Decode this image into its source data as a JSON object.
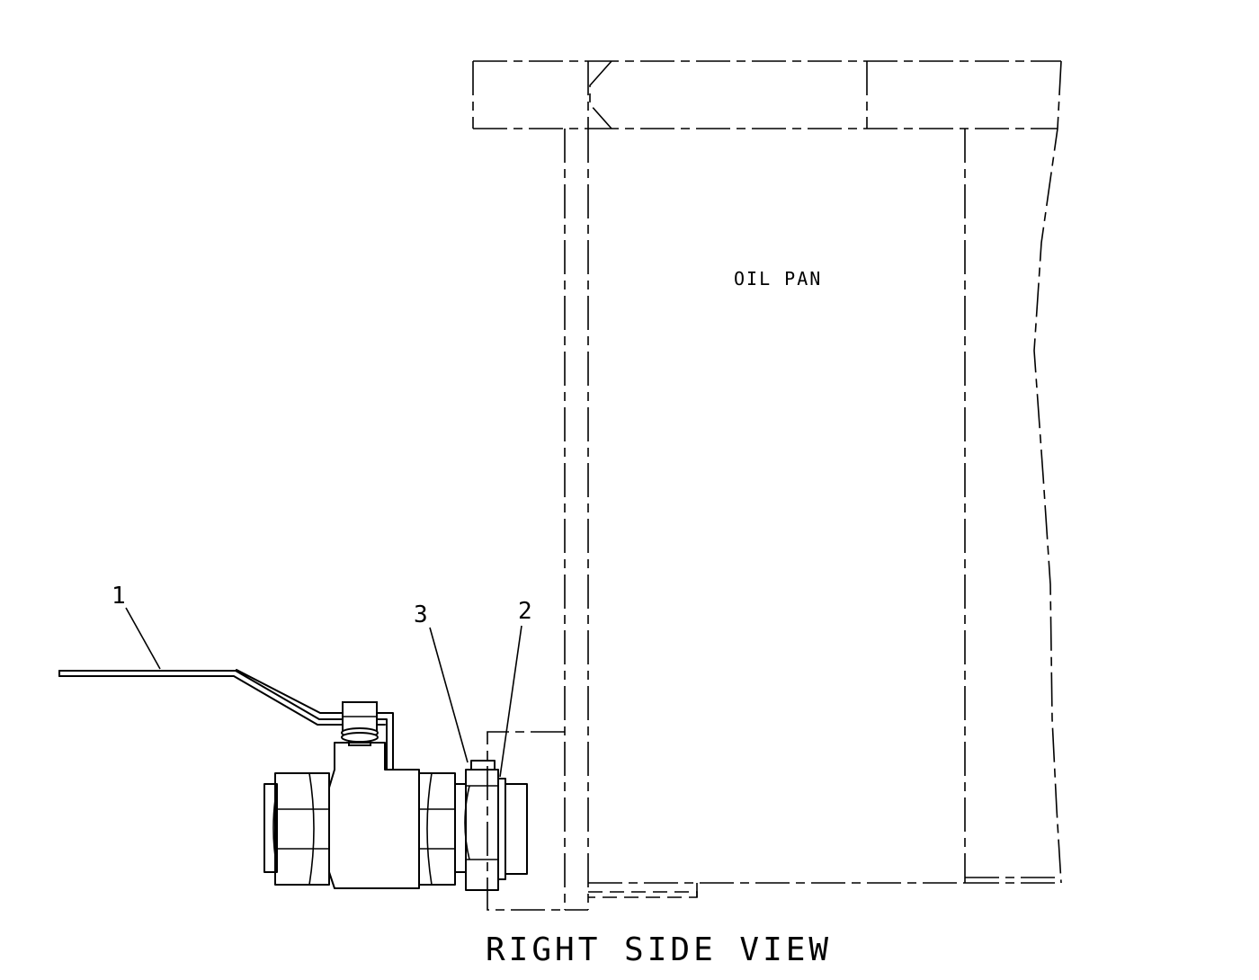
{
  "diagram": {
    "title": "RIGHT SIDE VIEW",
    "component_label": "OIL PAN",
    "callouts": [
      {
        "id": "1"
      },
      {
        "id": "3"
      },
      {
        "id": "2"
      }
    ]
  }
}
